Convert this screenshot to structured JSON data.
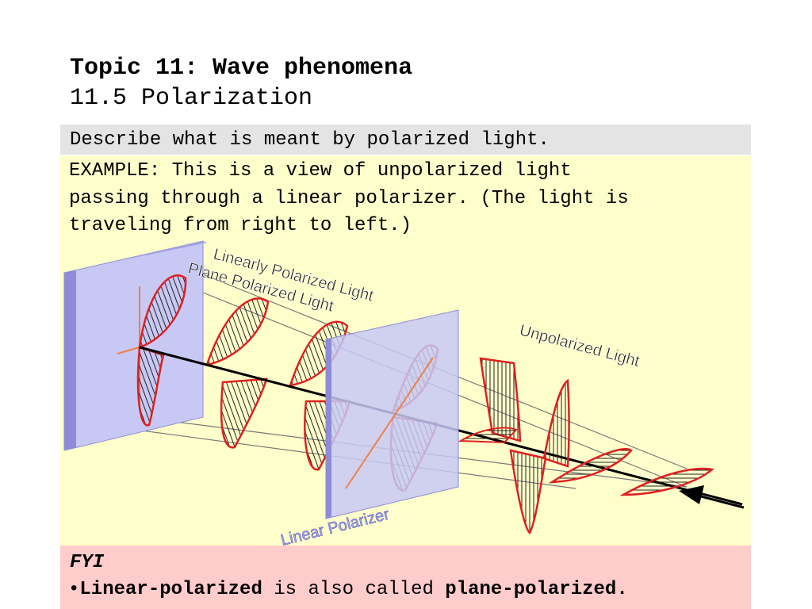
{
  "slide": {
    "topic": "Topic 11: Wave phenomena",
    "subtopic": "11.5 Polarization",
    "objective": "Describe what is meant by polarized light.",
    "example_lines": [
      "EXAMPLE: This is a view of unpolarized light",
      "passing through a linear polarizer. (The light is",
      "traveling from right to left.)"
    ]
  },
  "figure": {
    "label_linearly_polarized": "Linearly Polarized Light",
    "label_plane_polarized": "Plane Polarized Light",
    "label_unpolarized": "Unpolarized Light",
    "label_linear_polarizer": "Linear Polarizer",
    "colors": {
      "plate": "#c8c8f4",
      "plate_edge": "#8c8cd8",
      "wave": "#e02020",
      "axis": "#000000",
      "orange_line": "#f08040",
      "polarizer_label": "#a8a8f0"
    }
  },
  "fyi": {
    "heading": "FYI",
    "bullet": "•",
    "term1": "Linear-polarized",
    "middle": " is also called ",
    "term2": "plane-polarized."
  }
}
